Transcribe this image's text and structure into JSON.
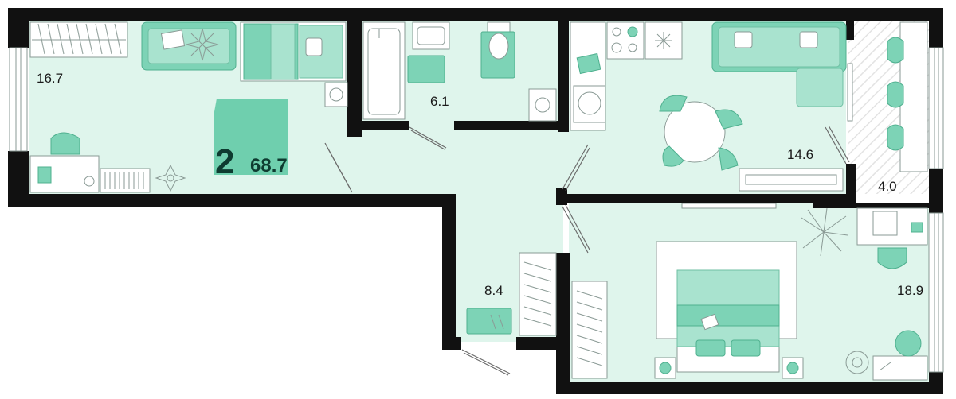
{
  "plan": {
    "rooms_count": "2",
    "total_area": "68.7",
    "colors": {
      "floor": "#dff5ec",
      "wall": "#111111",
      "accent": "#7dd3b6",
      "badge": "#6fcfae"
    },
    "rooms": [
      {
        "key": "room1",
        "area": "16.7"
      },
      {
        "key": "bath",
        "area": "6.1"
      },
      {
        "key": "kitchen",
        "area": "14.6"
      },
      {
        "key": "balcony",
        "area": "4.0"
      },
      {
        "key": "hall",
        "area": "8.4"
      },
      {
        "key": "bedroom",
        "area": "18.9"
      }
    ]
  }
}
